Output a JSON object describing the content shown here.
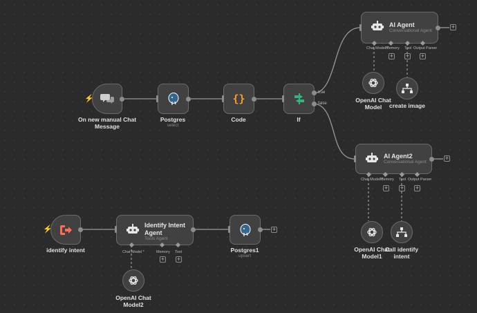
{
  "nodes": {
    "chat_trigger": {
      "label": "On new manual Chat Message",
      "icon": "chat-bubbles-icon"
    },
    "postgres": {
      "label": "Postgres",
      "sub": "select",
      "icon": "postgres-elephant-icon"
    },
    "code": {
      "label": "Code",
      "icon": "code-braces-icon"
    },
    "if": {
      "label": "If",
      "icon": "if-branch-icon",
      "true_label": "true",
      "false_label": "false"
    },
    "ai_agent": {
      "label": "AI Agent",
      "sub": "Conversational Agent",
      "ports": [
        "Chat Model *",
        "Memory",
        "Tool",
        "Output Parser"
      ]
    },
    "ai_agent2": {
      "label": "AI Agent2",
      "sub": "Conversational Agent",
      "ports": [
        "Chat Model *",
        "Memory",
        "Tool",
        "Output Parser"
      ]
    },
    "openai_model": {
      "label": "OpenAI Chat Model",
      "icon": "openai-icon"
    },
    "create_image": {
      "label": "create image",
      "icon": "workflow-tool-icon"
    },
    "openai_model1": {
      "label": "OpenAI Chat Model1",
      "icon": "openai-icon"
    },
    "call_identify": {
      "label": "Call identify intent",
      "icon": "workflow-tool-icon"
    },
    "identify_trigger": {
      "label": "identify intent",
      "icon": "execute-workflow-icon"
    },
    "identify_agent": {
      "label": "Identify Intent Agent",
      "sub": "Tools Agent",
      "ports": [
        "Chat Model *",
        "Memory",
        "Tool"
      ]
    },
    "postgres1": {
      "label": "Postgres1",
      "sub": "upsert",
      "icon": "postgres-elephant-icon"
    },
    "openai_model2": {
      "label": "OpenAI Chat Model2",
      "icon": "openai-icon"
    }
  },
  "colors": {
    "trigger": "#ff6d5a",
    "code": "#ff9b26",
    "if": "#35b37e",
    "postgres": "#336791"
  }
}
